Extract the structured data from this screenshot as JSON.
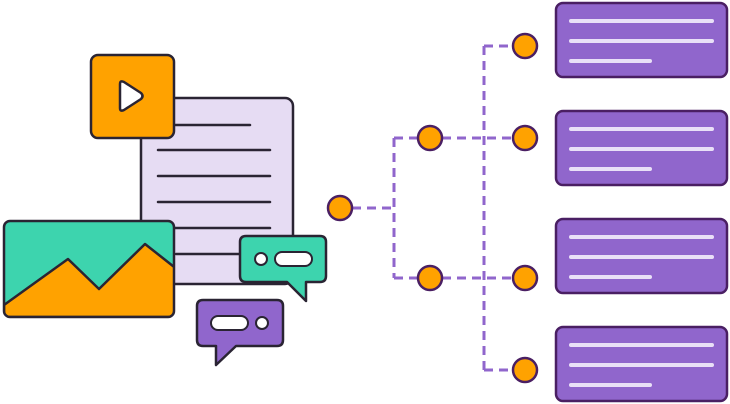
{
  "colors": {
    "stroke": "#2a2433",
    "orange": "#ffa200",
    "purple": "#9066cc",
    "purple_light": "#e6dcf3",
    "teal": "#3dd4ae",
    "line_light": "#e9e0f7",
    "node_stroke": "#4a1f63"
  },
  "icons": {
    "media_tile": "play-icon",
    "picture": "image-icon",
    "document": "document-icon",
    "chat_teal": "chat-bubble-icon",
    "chat_purple": "chat-bubble-icon"
  },
  "tree": {
    "root_nodes": 1,
    "branch_nodes": 2,
    "leaf_nodes": 4,
    "output_cards": 4,
    "lines_per_card": 3
  }
}
